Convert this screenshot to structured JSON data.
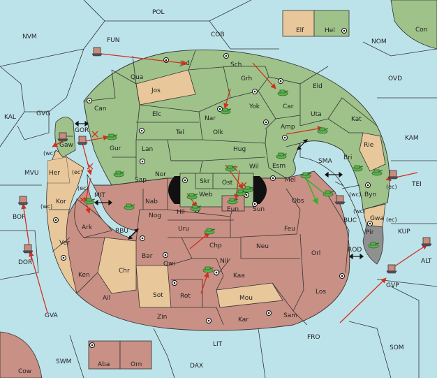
{
  "colors": {
    "sea": "#bde3ea",
    "green": "#9ec28a",
    "tan": "#e8c79a",
    "rose": "#c99085",
    "grey": "#909090",
    "unit": "#5db050",
    "arrow_red": "#d03020",
    "arrow_green": "#35b030",
    "fleet_red": "#c98b7c"
  },
  "regions": {
    "POL": "POL",
    "FUN": "FUN",
    "COB": "COB",
    "NOM": "NOM",
    "Con": "Con",
    "NVM": "NVM",
    "OVD": "OVD",
    "KAL": "KAL",
    "GVG": "GVG",
    "KAM": "KAM",
    "MVU": "MVU",
    "TEI": "TEI",
    "SMA": "SMA",
    "BOR": "BOR",
    "DOR": "DOR",
    "MIT": "MIT",
    "RBU": "RBU",
    "BUC": "BUC",
    "KUP": "KUP",
    "ROD": "ROD",
    "ALT": "ALT",
    "GVP": "GVP",
    "GVA": "GVA",
    "FRO": "FRO",
    "SOM": "SOM",
    "LIT": "LIT",
    "SWM": "SWM",
    "DAX": "DAX",
    "Cow": "Cow",
    "Elf": "Elf",
    "Hel": "Hel",
    "Aba": "Aba",
    "Orn": "Orn",
    "Jad": "Jad",
    "Sch": "Sch",
    "Qua": "Qua",
    "Jos": "Jos",
    "Grh": "Grh",
    "Eld": "Eld",
    "Can": "Can",
    "Nar": "Nar",
    "Yok": "Yok",
    "Car": "Car",
    "Uta": "Uta",
    "Kat": "Kat",
    "Elc": "Elc",
    "Tel": "Tel",
    "Olk": "Olk",
    "Amp": "Amp",
    "GOR": "GOR",
    "Gaw": "Gaw",
    "Gur": "Gur",
    "Lan": "Lan",
    "Hug": "Hug",
    "Rie": "Rie",
    "Bri": "Bri",
    "Her": "Her",
    "Nor": "Nor",
    "Skr": "Skr",
    "Wil": "Wil",
    "Esm": "Esm",
    "Sap": "Sap",
    "Web": "Web",
    "Ost": "Ost",
    "Mel": "Mel",
    "Byn": "Byn",
    "Kor": "Kor",
    "Nab": "Nab",
    "Eun": "Eun",
    "Hil": "Hil",
    "Sun": "Sun",
    "Obs": "Obs",
    "Ark": "Ark",
    "Nog": "Nog",
    "Gwa": "Gwa",
    "Pir": "Pir",
    "Uru": "Uru",
    "Feu": "Feu",
    "Ver": "Ver",
    "Chp": "Chp",
    "Neu": "Neu",
    "Bar": "Bar",
    "Qwi": "Qwi",
    "Orl": "Orl",
    "Nil": "Nil",
    "Ken": "Ken",
    "Chr": "Chr",
    "Kaa": "Kaa",
    "Sot": "Sot",
    "Rot": "Rot",
    "Ail": "Ail",
    "Mou": "Mou",
    "Los": "Los",
    "Sam": "Sam",
    "Zin": "Zin",
    "Kar": "Kar"
  },
  "coast_marks": {
    "wc_gaw": "(wc)",
    "ec_gaw": "(ec)",
    "ec_mit": "(ec)",
    "wc_kor": "(wc)",
    "wc_byn": "(wc)",
    "ec_byn": "(ec)",
    "wc_gwa": "(wc)",
    "ec_gwa": "(ec)"
  },
  "pieces": {
    "armies_green": 21,
    "fleets": 9
  }
}
